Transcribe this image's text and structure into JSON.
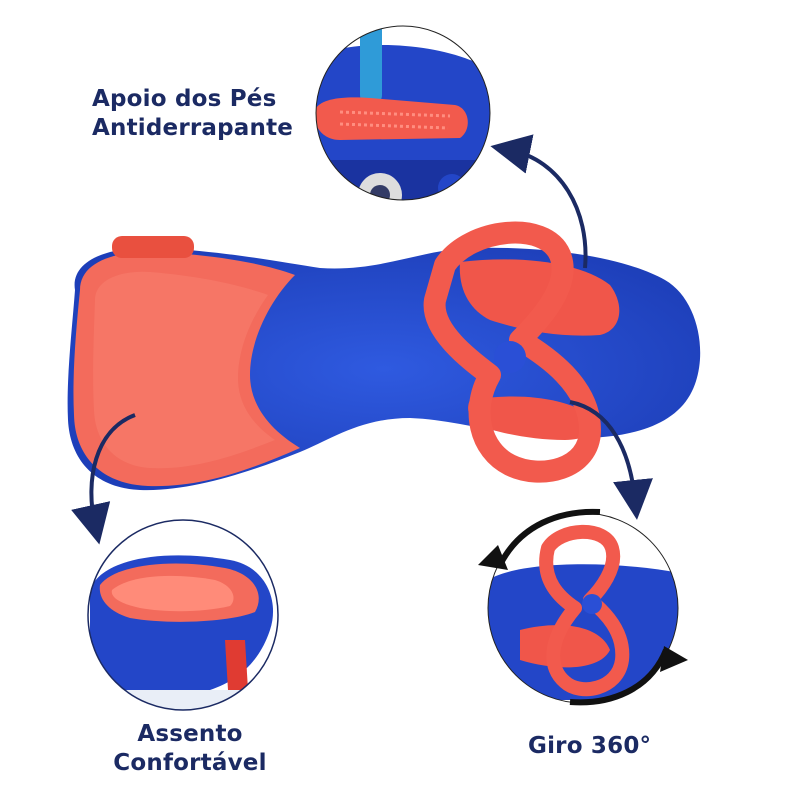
{
  "labels": {
    "foot_rest_line1": "Apoio dos Pés",
    "foot_rest_line2": "Antiderrapante",
    "seat_line1": "Assento",
    "seat_line2": "Confortável",
    "spin": "Giro 360°"
  },
  "colors": {
    "blue": "#2346c8",
    "blue_dark": "#1a33a0",
    "coral": "#f25a4d",
    "coral_light": "#ff7e6d",
    "navy": "#1b2a63"
  }
}
